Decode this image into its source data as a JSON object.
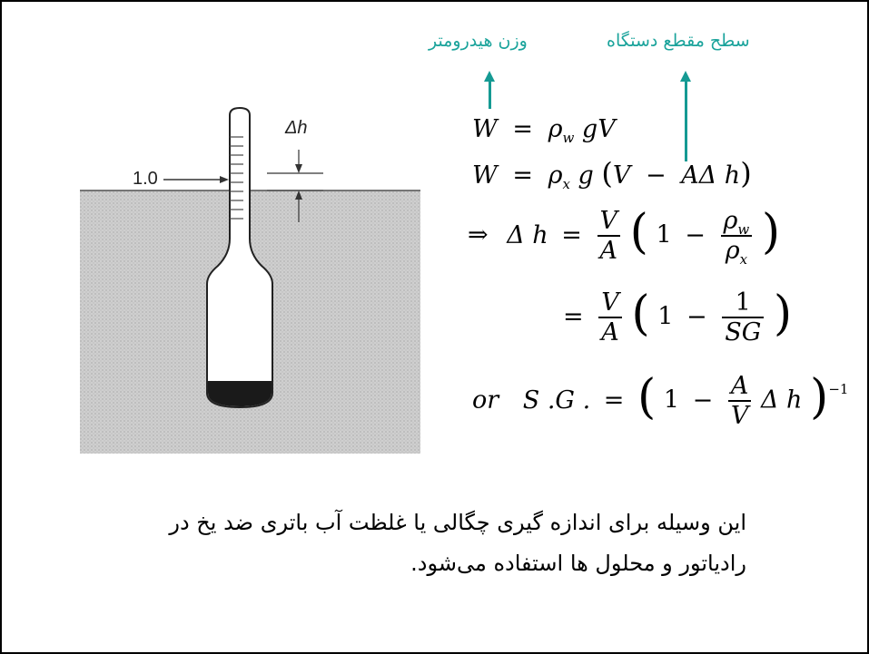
{
  "annotations": {
    "hydrometer_weight": "وزن هیدرومتر",
    "cross_section_area": "سطح مقطع دستگاه"
  },
  "figure": {
    "surface_mark": "1.0",
    "delta_h_label": "Δh"
  },
  "equations": {
    "W": "W",
    "eq_sign": "=",
    "rho": "ρ",
    "sub_w": "w",
    "sub_x": "x",
    "g": "g",
    "V": "V",
    "A": "A",
    "minus": "−",
    "delta_h": "Δ h",
    "implies": "⇒",
    "one": "1",
    "SG": "SG",
    "or_text": "or",
    "SG_dotted": "S .G .",
    "exponent": "−1"
  },
  "paragraph": {
    "line1": "این وسیله برای اندازه گیری چگالی یا غلظت آب باتری ضد یخ در",
    "line2": "رادیاتور و محلول ها استفاده می‌شود."
  }
}
